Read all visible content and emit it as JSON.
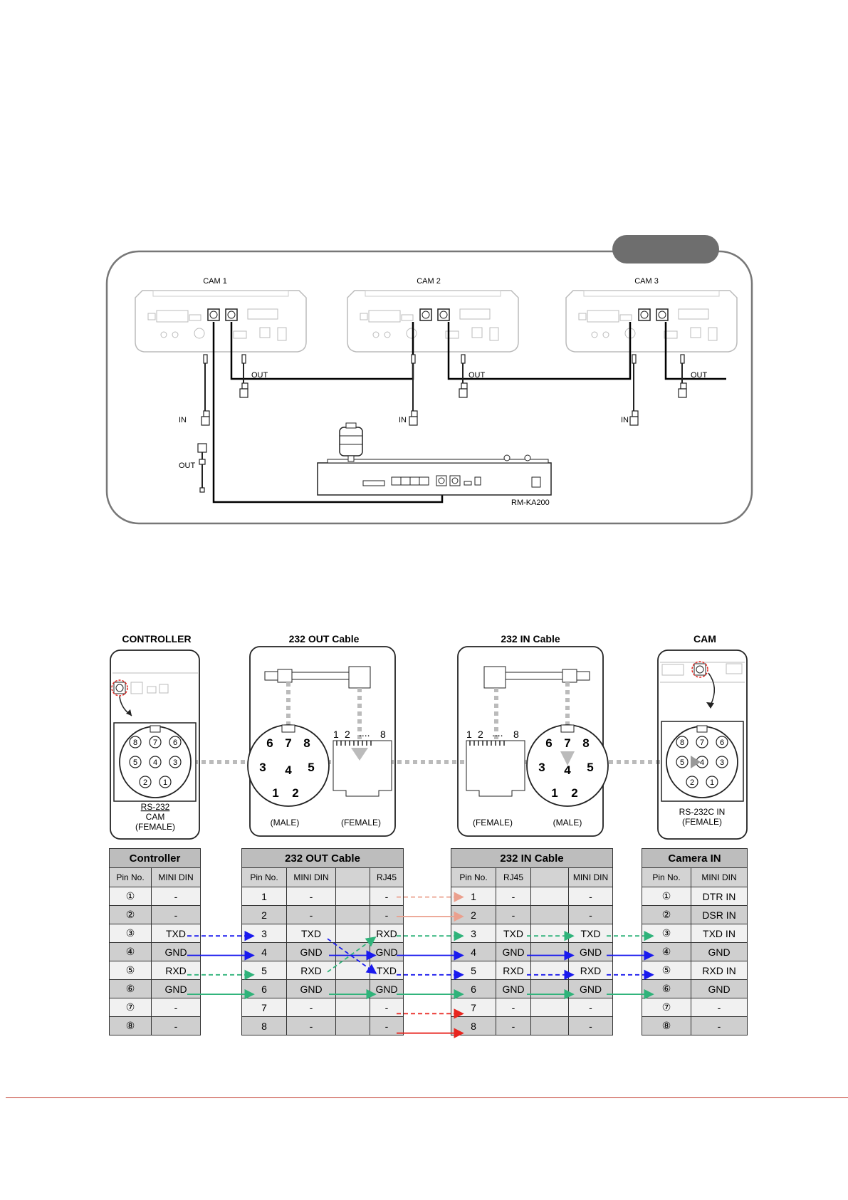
{
  "diagram": {
    "cameras": [
      {
        "label": "CAM 1",
        "in_label": "IN",
        "out_label": "OUT"
      },
      {
        "label": "CAM 2",
        "in_label": "IN",
        "out_label": "OUT"
      },
      {
        "label": "CAM 3",
        "in_label": "IN",
        "out_label": "OUT"
      }
    ],
    "controller_label": "RM-KA200",
    "controller_out_label": "OUT",
    "controller_in_label": "IN",
    "badge_text": ""
  },
  "pinout": {
    "sections": {
      "controller": "CONTROLLER",
      "out_cable": "232 OUT Cable",
      "in_cable": "232 IN Cable",
      "cam": "CAM"
    },
    "controller_caption": [
      "RS-232",
      "CAM",
      "(FEMALE)"
    ],
    "cam_caption": [
      "RS-232C IN",
      "(FEMALE)"
    ],
    "male": "(MALE)",
    "female": "(FEMALE)",
    "rj45_numbers": [
      "1",
      "2",
      "....",
      "8"
    ],
    "mini_din_pins": [
      "8",
      "7",
      "6",
      "5",
      "4",
      "3",
      "2",
      "1"
    ],
    "male_din_pins": [
      "6",
      "7",
      "8",
      "3",
      "4",
      "5",
      "1",
      "2"
    ]
  },
  "tables": {
    "controller": {
      "title": "Controller",
      "headers": [
        "Pin No.",
        "MINI DIN"
      ],
      "rows": [
        [
          "①",
          "-"
        ],
        [
          "②",
          "-"
        ],
        [
          "③",
          "TXD"
        ],
        [
          "④",
          "GND"
        ],
        [
          "⑤",
          "RXD"
        ],
        [
          "⑥",
          "GND"
        ],
        [
          "⑦",
          "-"
        ],
        [
          "⑧",
          "-"
        ]
      ]
    },
    "out_cable": {
      "title": "232 OUT Cable",
      "headers": [
        "Pin No.",
        "MINI DIN",
        "",
        "RJ45"
      ],
      "rows": [
        [
          "1",
          "-",
          "",
          "-"
        ],
        [
          "2",
          "-",
          "",
          "-"
        ],
        [
          "3",
          "TXD",
          "",
          "RXD"
        ],
        [
          "4",
          "GND",
          "",
          "GND"
        ],
        [
          "5",
          "RXD",
          "",
          "TXD"
        ],
        [
          "6",
          "GND",
          "",
          "GND"
        ],
        [
          "7",
          "-",
          "",
          "-"
        ],
        [
          "8",
          "-",
          "",
          "-"
        ]
      ]
    },
    "in_cable": {
      "title": "232 IN Cable",
      "headers": [
        "Pin No.",
        "RJ45",
        "",
        "MINI DIN"
      ],
      "rows": [
        [
          "1",
          "-",
          "",
          "-"
        ],
        [
          "2",
          "-",
          "",
          "-"
        ],
        [
          "3",
          "TXD",
          "",
          "TXD"
        ],
        [
          "4",
          "GND",
          "",
          "GND"
        ],
        [
          "5",
          "RXD",
          "",
          "RXD"
        ],
        [
          "6",
          "GND",
          "",
          "GND"
        ],
        [
          "7",
          "-",
          "",
          "-"
        ],
        [
          "8",
          "-",
          "",
          "-"
        ]
      ]
    },
    "camera": {
      "title": "Camera IN",
      "headers": [
        "Pin No.",
        "MINI DIN"
      ],
      "rows": [
        [
          "①",
          "DTR IN"
        ],
        [
          "②",
          "DSR IN"
        ],
        [
          "③",
          "TXD IN"
        ],
        [
          "④",
          "GND"
        ],
        [
          "⑤",
          "RXD IN"
        ],
        [
          "⑥",
          "GND"
        ],
        [
          "⑦",
          "-"
        ],
        [
          "⑧",
          "-"
        ]
      ]
    }
  },
  "colors": {
    "blue": "#1a1aee",
    "green": "#2fb37a",
    "red": "#e8251f",
    "salmon": "#eba08e",
    "rule": "#c0392b"
  }
}
